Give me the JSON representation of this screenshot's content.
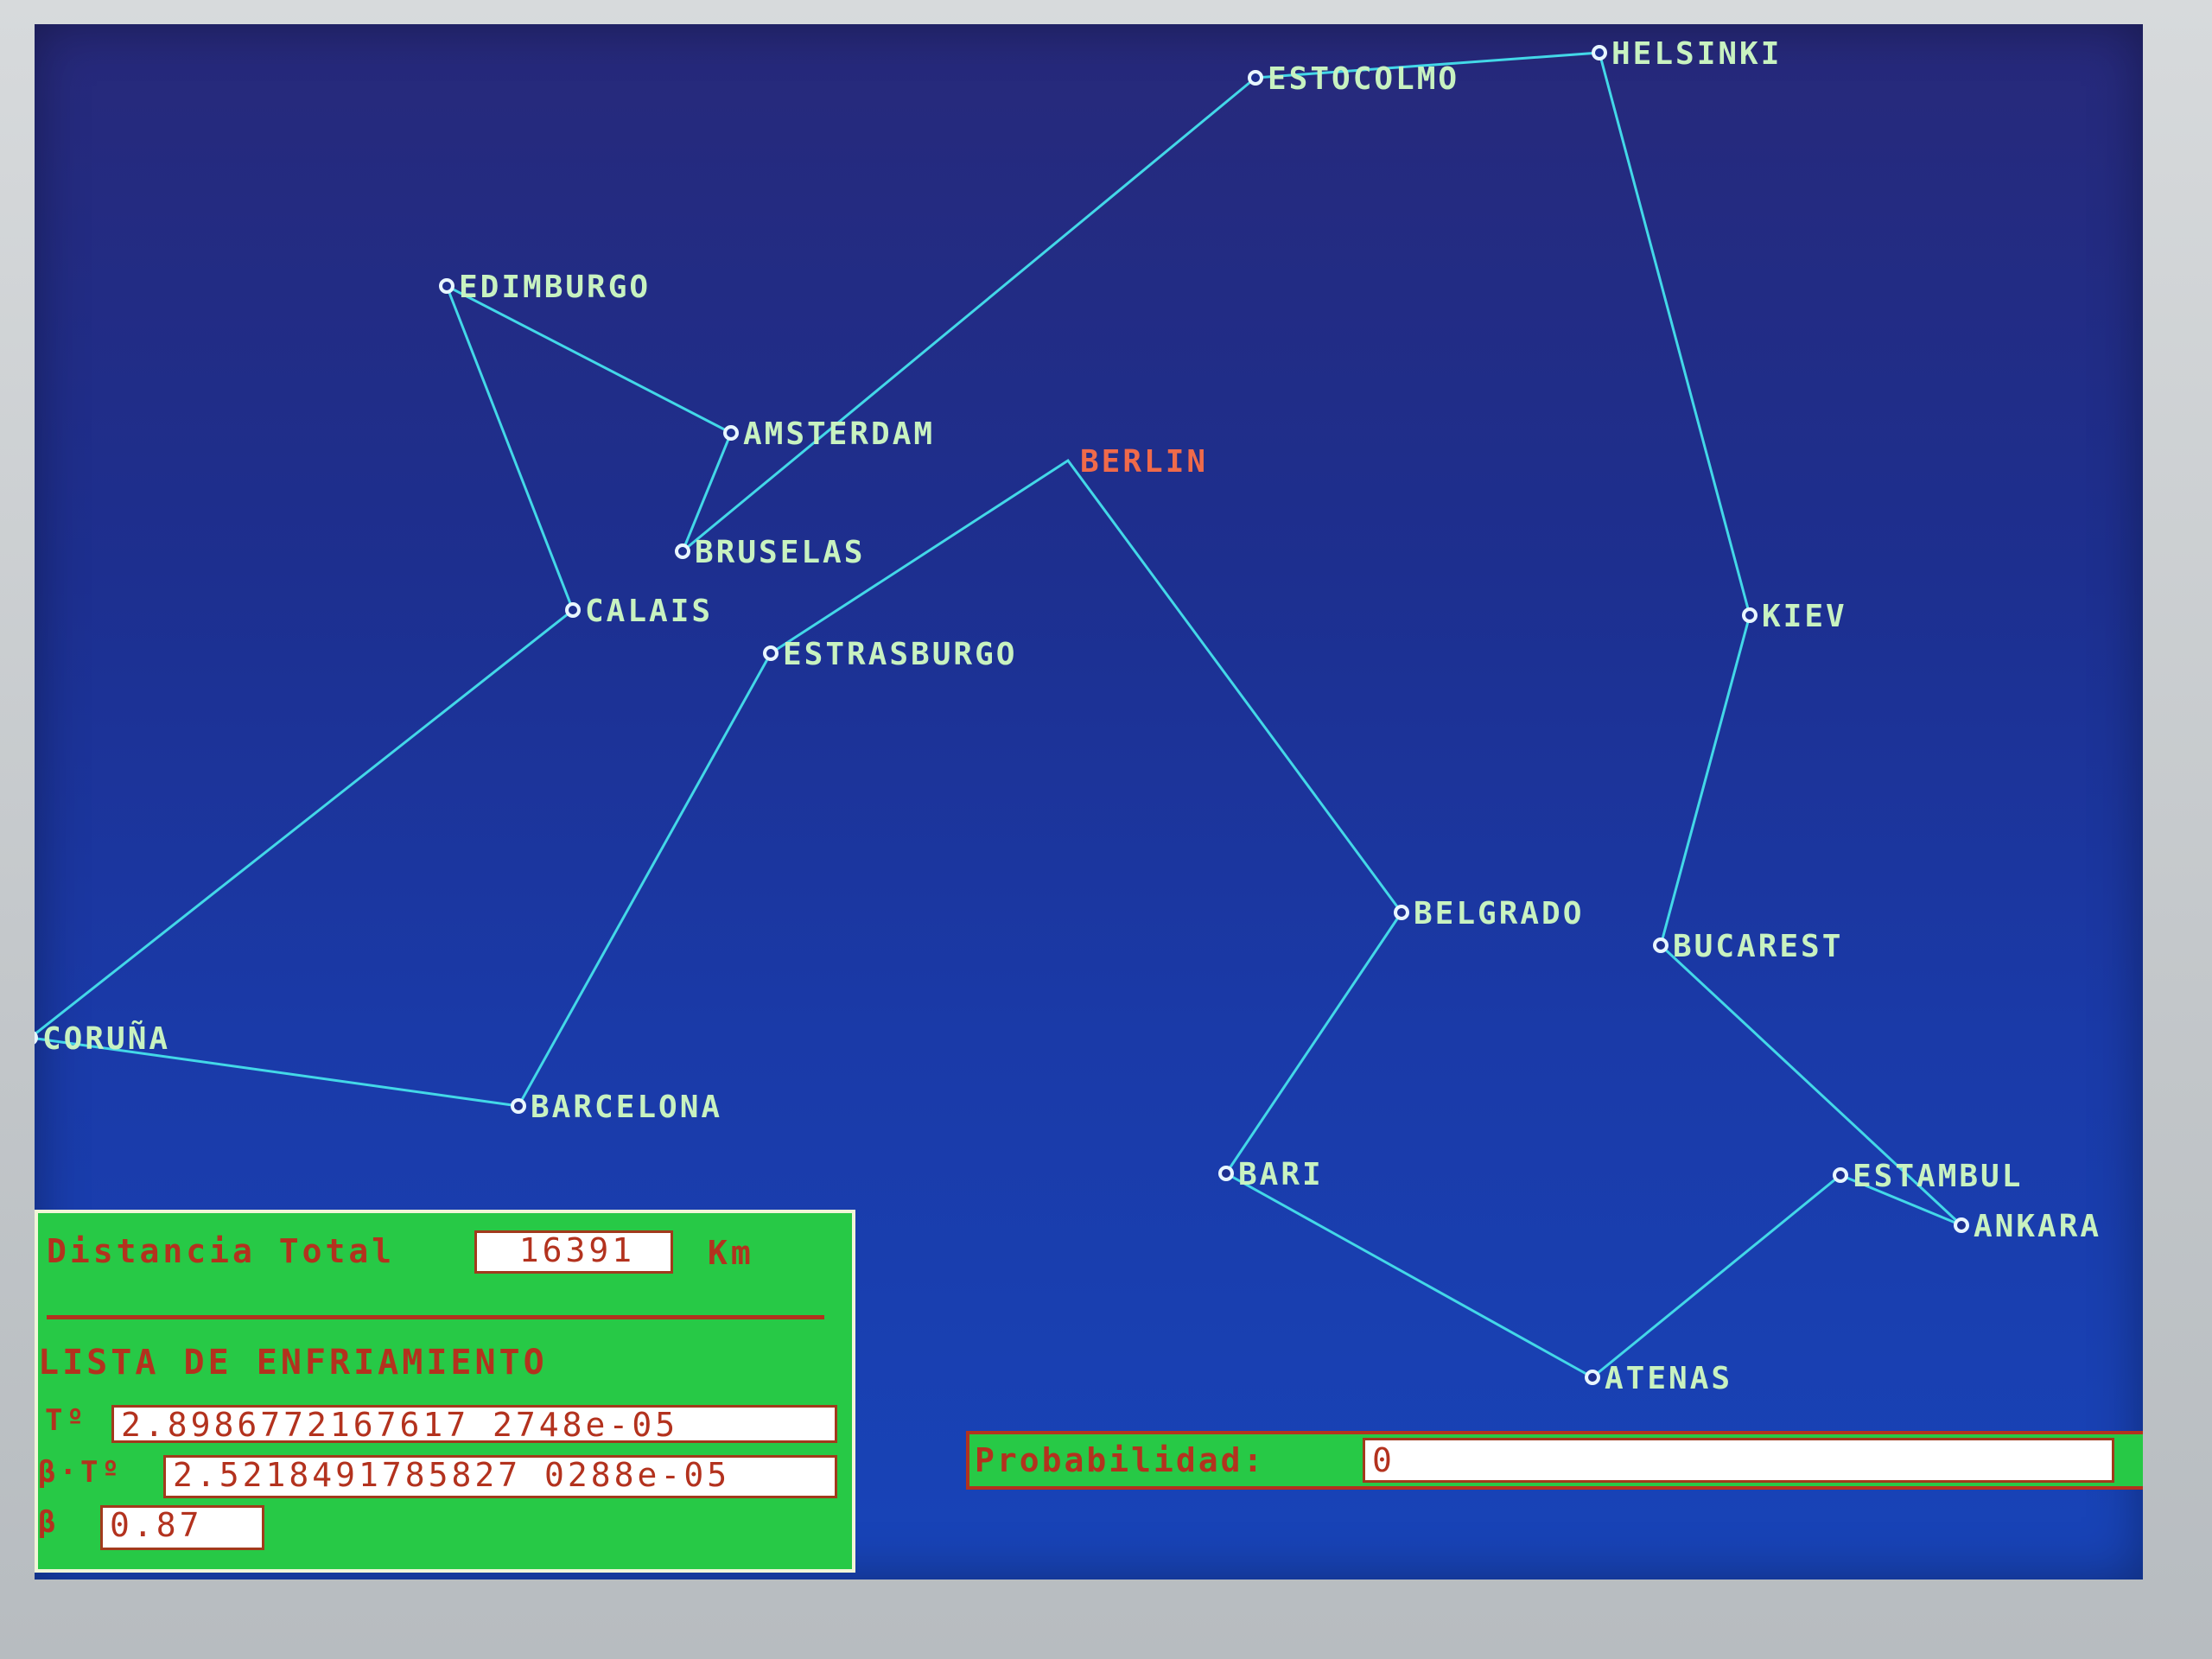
{
  "map": {
    "cities": [
      {
        "id": "estocolmo",
        "label": "ESTOCOLMO",
        "highlight": false
      },
      {
        "id": "helsinki",
        "label": "HELSINKI",
        "highlight": false
      },
      {
        "id": "edimburgo",
        "label": "EDIMBURGO",
        "highlight": false
      },
      {
        "id": "amsterdam",
        "label": "AMSTERDAM",
        "highlight": false
      },
      {
        "id": "berlin",
        "label": "BERLIN",
        "highlight": true
      },
      {
        "id": "bruselas",
        "label": "BRUSELAS",
        "highlight": false
      },
      {
        "id": "calais",
        "label": "CALAIS",
        "highlight": false
      },
      {
        "id": "kiev",
        "label": "KIEV",
        "highlight": false
      },
      {
        "id": "estrasburgo",
        "label": "ESTRASBURGO",
        "highlight": false
      },
      {
        "id": "belgrado",
        "label": "BELGRADO",
        "highlight": false
      },
      {
        "id": "bucarest",
        "label": "BUCAREST",
        "highlight": false
      },
      {
        "id": "coruna",
        "label": "CORUÑA",
        "highlight": false
      },
      {
        "id": "barcelona",
        "label": "BARCELONA",
        "highlight": false
      },
      {
        "id": "bari",
        "label": "BARI",
        "highlight": false
      },
      {
        "id": "estambul",
        "label": "ESTAMBUL",
        "highlight": false
      },
      {
        "id": "ankara",
        "label": "ANKARA",
        "highlight": false
      },
      {
        "id": "atenas",
        "label": "ATENAS",
        "highlight": false
      }
    ],
    "route": [
      "estocolmo",
      "helsinki",
      "kiev",
      "bucarest",
      "ankara",
      "estambul",
      "atenas",
      "bari",
      "belgrado",
      "berlin",
      "estrasburgo",
      "barcelona",
      "coruna",
      "calais",
      "edimburgo",
      "amsterdam",
      "bruselas",
      "estocolmo"
    ],
    "colors": {
      "route": "#43d8e8",
      "label": "#c8f2c0",
      "highlight_label": "#f06a4a"
    }
  },
  "distance_panel": {
    "title": "Distancia Total",
    "total": "16391",
    "unit": "Km",
    "cooling_title": "LISTA DE ENFRIAMIENTO",
    "temp_label": "Tº",
    "temp_value": "2.8986772167617 2748e-05",
    "beta_temp_label": "β·Tº",
    "beta_temp_value": "2.5218491785827 0288e-05",
    "beta_label": "β",
    "beta_value": "0.87"
  },
  "probability": {
    "label": "Probabilidad:",
    "value": "0"
  }
}
